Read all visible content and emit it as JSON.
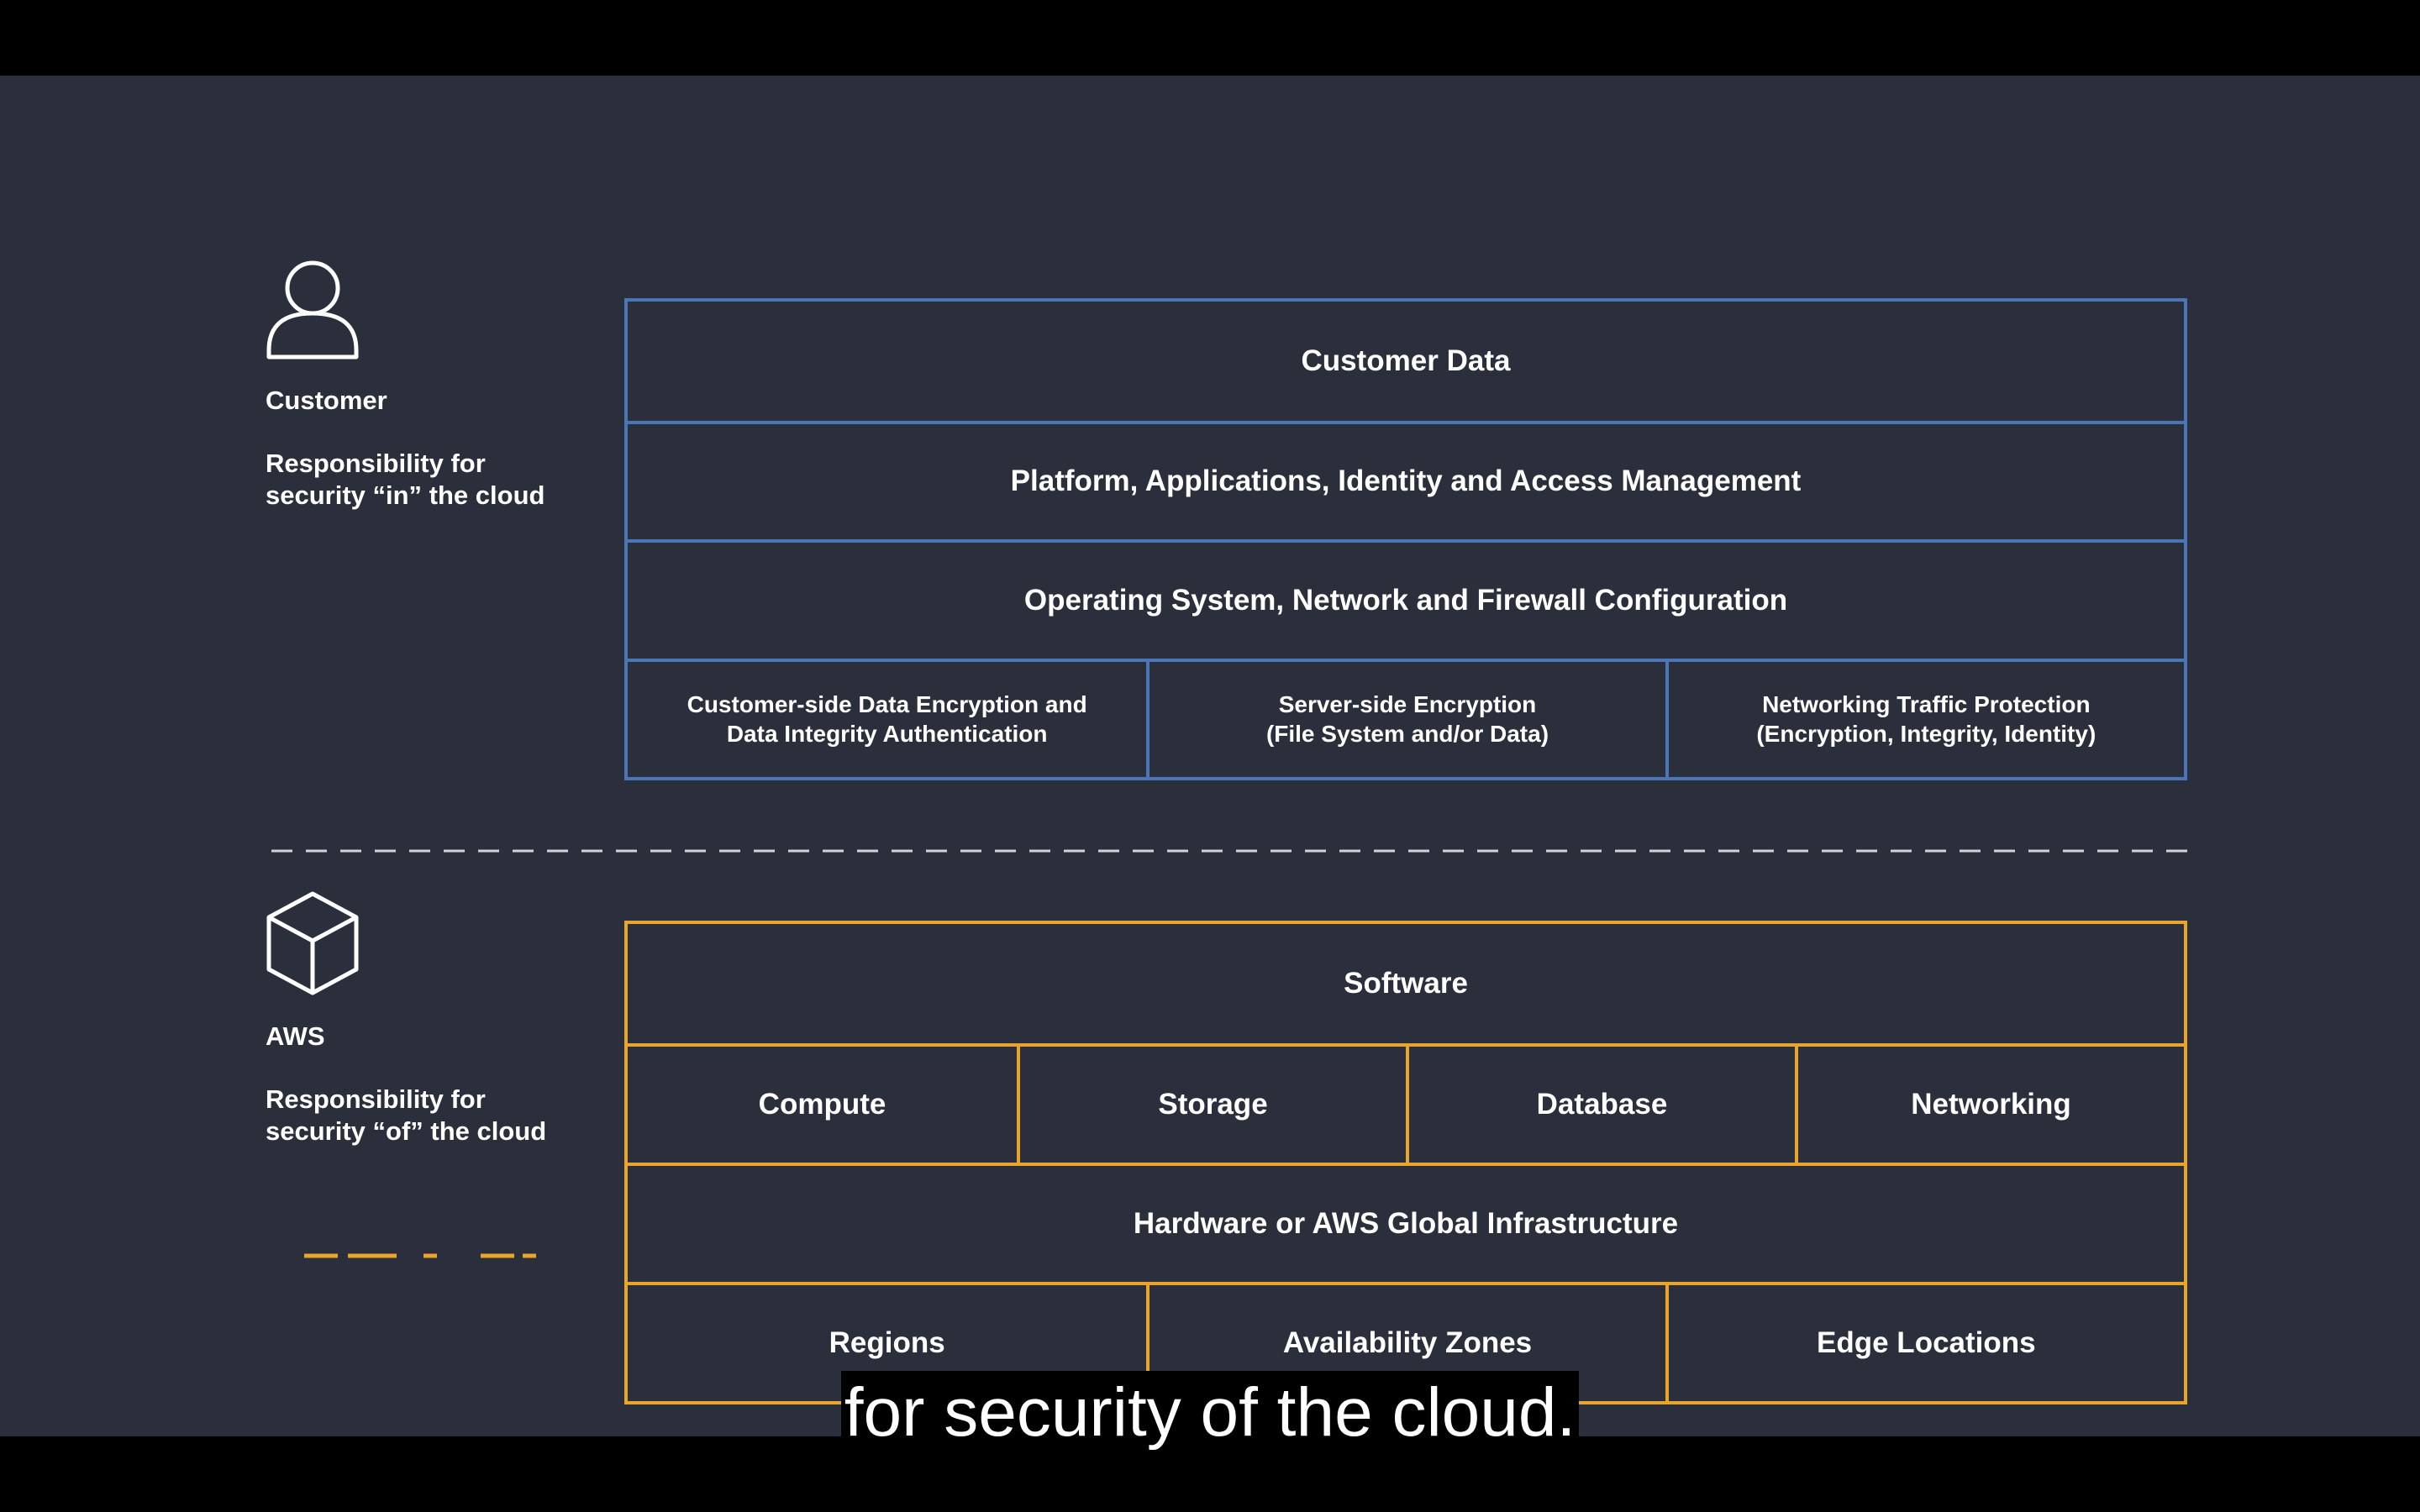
{
  "customer_side": {
    "title": "Customer",
    "responsibility": "Responsibility for\nsecurity “in” the cloud",
    "icon": "person-icon",
    "layers": {
      "customer_data": "Customer Data",
      "platform": "Platform, Applications, Identity and Access Management",
      "os": "Operating System, Network and Firewall Configuration",
      "encryption": [
        "Customer-side Data Encryption and\nData Integrity Authentication",
        "Server-side Encryption\n(File System and/or Data)",
        "Networking Traffic Protection\n(Encryption, Integrity, Identity)"
      ]
    },
    "color": "#4a76b8"
  },
  "aws_side": {
    "title": "AWS",
    "responsibility": "Responsibility for\nsecurity “of”  the cloud",
    "icon": "cube-icon",
    "layers": {
      "software": "Software",
      "services": [
        "Compute",
        "Storage",
        "Database",
        "Networking"
      ],
      "hardware": "Hardware or AWS Global Infrastructure",
      "infrastructure": [
        "Regions",
        "Availability Zones",
        "Edge Locations"
      ]
    },
    "color": "#e8a42c"
  },
  "subtitle": "for security of the cloud.",
  "colors": {
    "background": "#2b2f3b",
    "letterbox": "#000000",
    "text": "#ffffff"
  }
}
